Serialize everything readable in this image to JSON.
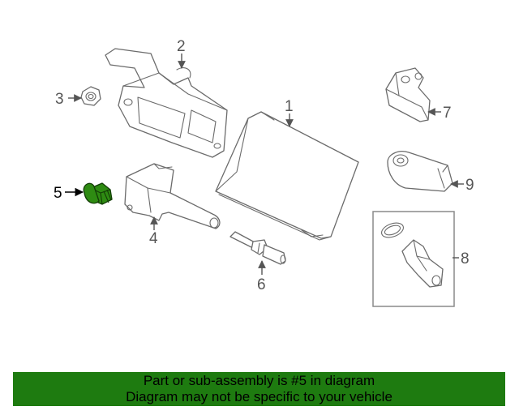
{
  "diagram": {
    "callouts": [
      {
        "id": "1",
        "label": "1"
      },
      {
        "id": "2",
        "label": "2"
      },
      {
        "id": "3",
        "label": "3"
      },
      {
        "id": "4",
        "label": "4"
      },
      {
        "id": "5",
        "label": "5"
      },
      {
        "id": "6",
        "label": "6"
      },
      {
        "id": "7",
        "label": "7"
      },
      {
        "id": "8",
        "label": "8"
      },
      {
        "id": "9",
        "label": "9"
      }
    ],
    "highlighted_part": "5",
    "highlight_color": "#2e8b12"
  },
  "banner": {
    "line1": "Part or sub-assembly is #5 in diagram",
    "line2": "Diagram may not be specific to your vehicle",
    "background": "#1e7b10"
  }
}
